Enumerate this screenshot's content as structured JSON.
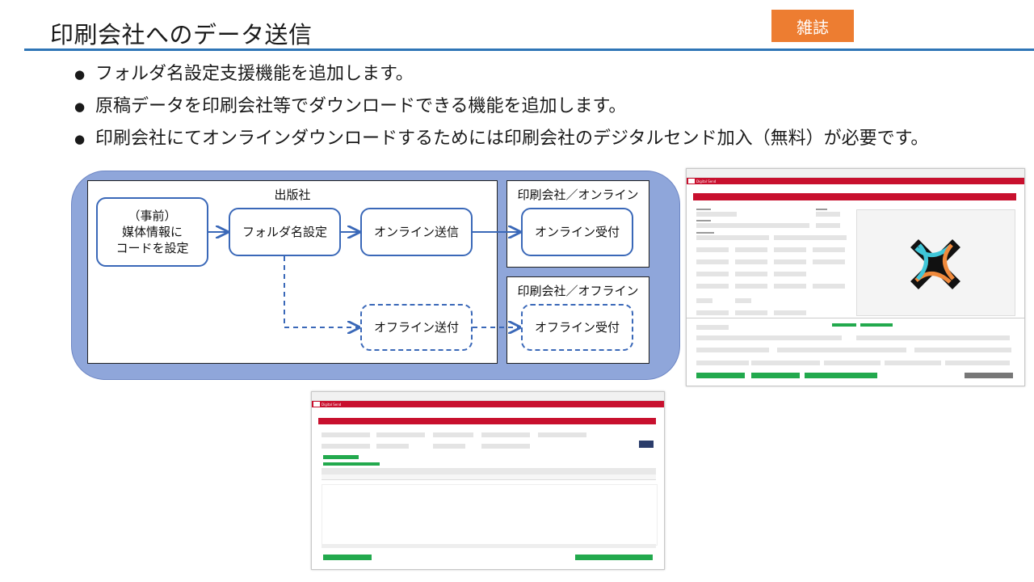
{
  "slide": {
    "title": "印刷会社へのデータ送信",
    "tag": "雑誌",
    "bullets": [
      "フォルダ名設定支援機能を追加します。",
      "原稿データを印刷会社等でダウンロードできる機能を追加します。",
      "印刷会社にてオンラインダウンロードするためには印刷会社のデジタルセンド加入（無料）が必要です。"
    ]
  },
  "flow": {
    "publisher_title": "出版社",
    "online_panel_title": "印刷会社／オンライン",
    "offline_panel_title": "印刷会社／オフライン",
    "node_prior_line1": "（事前）",
    "node_prior_line2": "媒体情報に",
    "node_prior_line3": "コードを設定",
    "node_folder": "フォルダ名設定",
    "node_online_send": "オンライン送信",
    "node_online_receive": "オンライン受付",
    "node_offline_send": "オフライン送付",
    "node_offline_receive": "オフライン受付"
  },
  "colors": {
    "accent_blue": "#2e75b6",
    "tag_orange": "#ed7d31",
    "flow_bg": "#8fa6da",
    "node_border": "#3a68b8",
    "app_red": "#c8102e",
    "app_green": "#22a94d"
  },
  "screenshots": {
    "right_app_name": "Digital Send",
    "left_app_name": "Digital Send"
  }
}
